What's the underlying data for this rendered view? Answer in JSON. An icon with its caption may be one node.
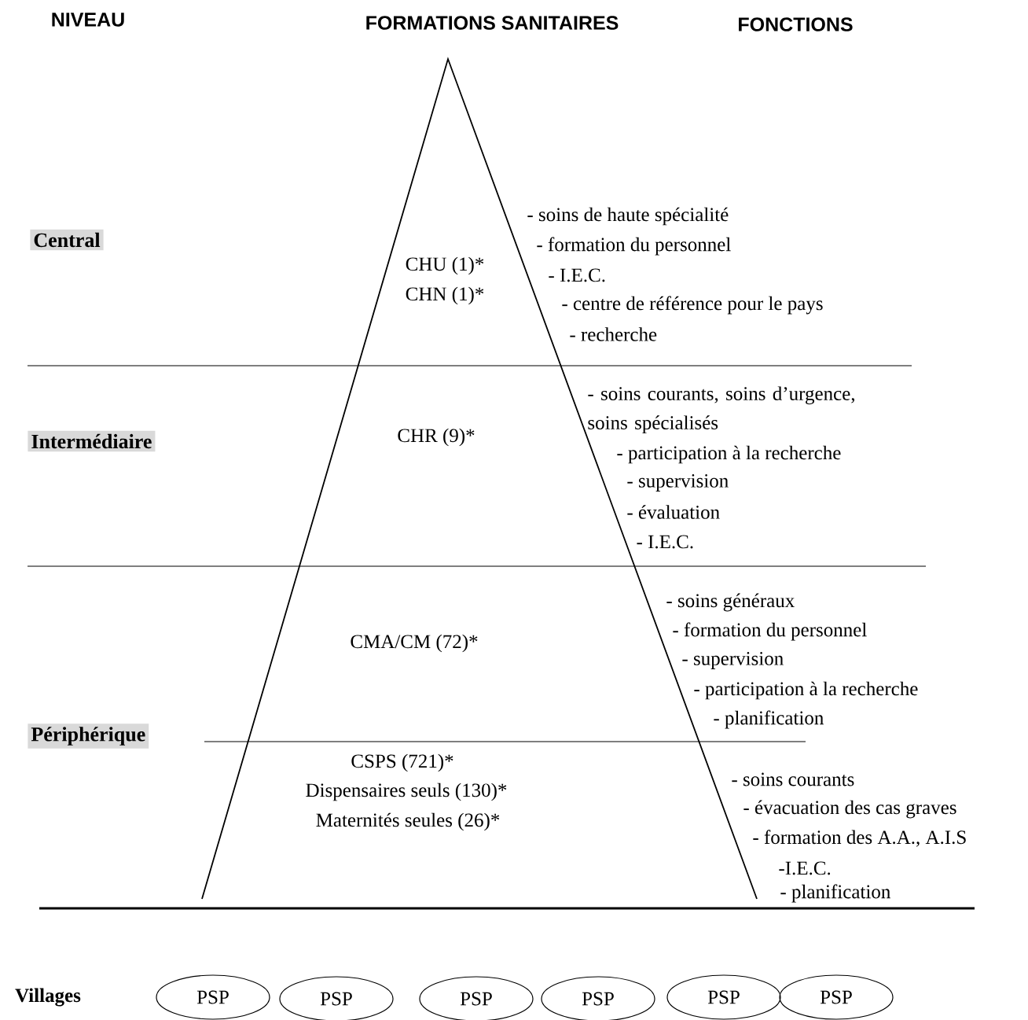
{
  "diagram": {
    "nodes": [
      {
        "text": [
          "PSP"
        ]
      },
      {
        "text": [
          "PSP"
        ]
      },
      {
        "text": [
          "PSP"
        ]
      },
      {
        "text": [
          "PSP"
        ]
      },
      {
        "text": [
          "PSP"
        ]
      },
      {
        "text": [
          "PSP"
        ]
      }
    ],
    "labels": [
      "NIVEAU",
      "FORMATIONS SANITAIRES",
      "FONCTIONS",
      "Central",
      "CHU (1)*",
      "CHN (1)*",
      "- soins de haute spécialité",
      "- formation du personnel",
      "- I.E.C.",
      "- centre de référence pour le pays",
      "- recherche",
      "Intermédiaire",
      "CHR (9)*",
      "- soins courants, soins d’urgence, soins spécialisés",
      "- participation à la recherche",
      "- supervision",
      "- évaluation",
      "- I.E.C.",
      "CMA/CM (72)*",
      "- soins généraux",
      "- formation du personnel",
      "- supervision",
      "- participation à la recherche",
      "- planification",
      "Périphérique",
      "CSPS (721)*",
      "Dispensaires seuls (130)*",
      "Maternités seules (26)*",
      "- soins courants",
      "- évacuation des cas graves",
      "- formation des A.A., A.I.S",
      "-I.E.C.",
      "- planification",
      "Villages"
    ]
  }
}
